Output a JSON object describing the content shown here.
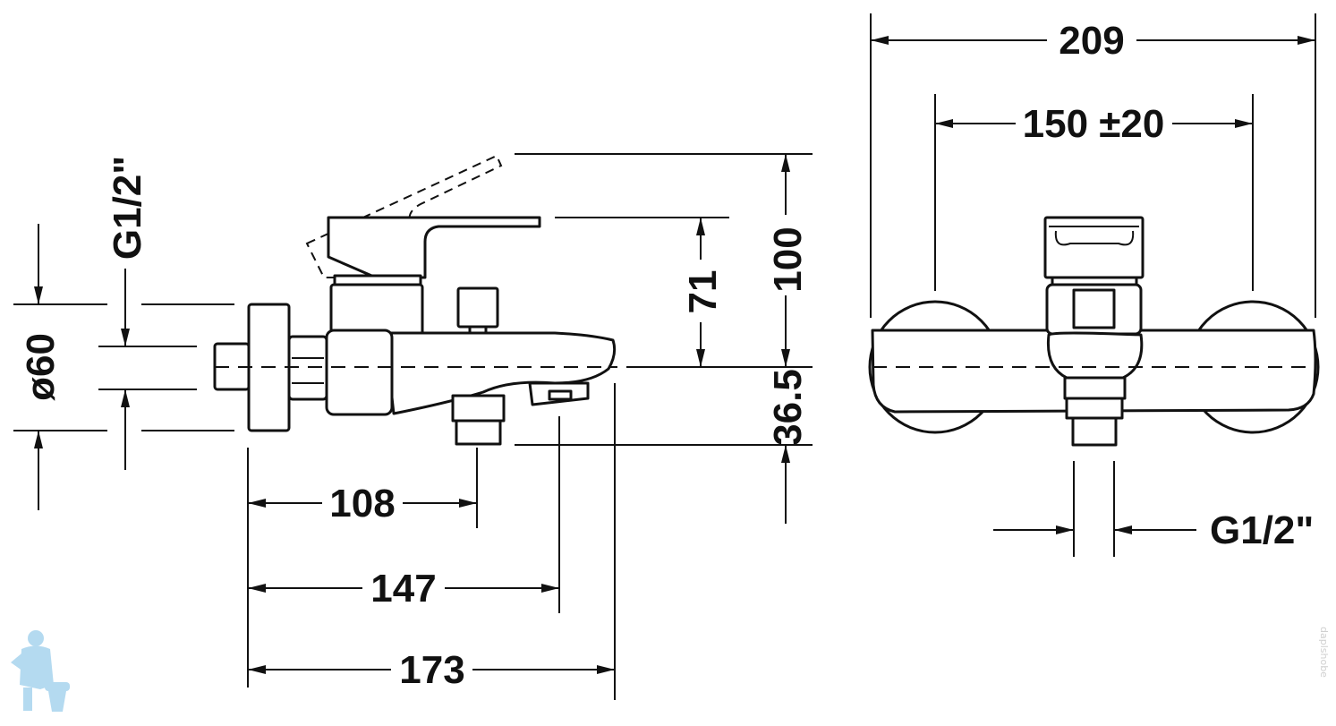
{
  "drawing": {
    "side_view": {
      "dim_108": "108",
      "dim_147": "147",
      "dim_173": "173",
      "dim_71": "71",
      "dim_100": "100",
      "dim_36_5": "36.5",
      "dim_d60": "ø60",
      "dim_thread": "G1/2\""
    },
    "front_view": {
      "dim_209": "209",
      "dim_150": "150 ±20",
      "dim_thread": "G1/2\""
    }
  },
  "watermark": {
    "logo_icon": "plumber-figure-icon",
    "side_text": "daplshobe",
    "color": "#a8d4ee"
  },
  "colors": {
    "line": "#111111",
    "background": "#ffffff"
  }
}
